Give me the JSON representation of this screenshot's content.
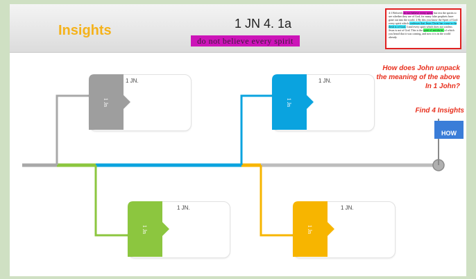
{
  "header": {
    "insights_title": "Insights",
    "reference": "1 JN 4. 1a",
    "highlight": "do not believe every spirit",
    "verse_text": {
      "v1_pre": "4:1 Beloved, ",
      "v1_highlight": "do not believe every spirit,",
      "v1_post": " but test the spirits to see whether they are of God, for many false prophets have gone out into the world. ",
      "v2_pre": "2 By this you know the Spirit of God: every spirit which ",
      "v2_highlight": "confesses that Jesus Christ has come in the flesh is of God,",
      "v3_pre": " 3 and every spirit which does not confess Jesus is not of God. This is the ",
      "v3_highlight": "spirit of antichrist,",
      "v3_post": " of which you heard that it was coming, and now it is in the world already."
    }
  },
  "question": {
    "text": "How does John unpack the meaning of the above In 1 John?",
    "find": "Find 4 Insights"
  },
  "flag": {
    "label": "HOW"
  },
  "cards": [
    {
      "id": "top-left",
      "title": "1 JN.",
      "tab_text": "1 Jn",
      "color": "#9e9e9e"
    },
    {
      "id": "top-right",
      "title": "1 JN.",
      "tab_text": "1 Jn",
      "color": "#0aa3df"
    },
    {
      "id": "bottom-left",
      "title": "1 JN.",
      "tab_text": "1 Jn",
      "color": "#8cc63f"
    },
    {
      "id": "bottom-right",
      "title": "1 JN.",
      "tab_text": "1 Jn",
      "color": "#f7b500"
    }
  ],
  "colors": {
    "insights": "#f5b21b",
    "question": "#e8301e",
    "highlight": "#cc14b8",
    "timeline_gray": "#bdbdbd",
    "flag": "#3a7dd8"
  }
}
